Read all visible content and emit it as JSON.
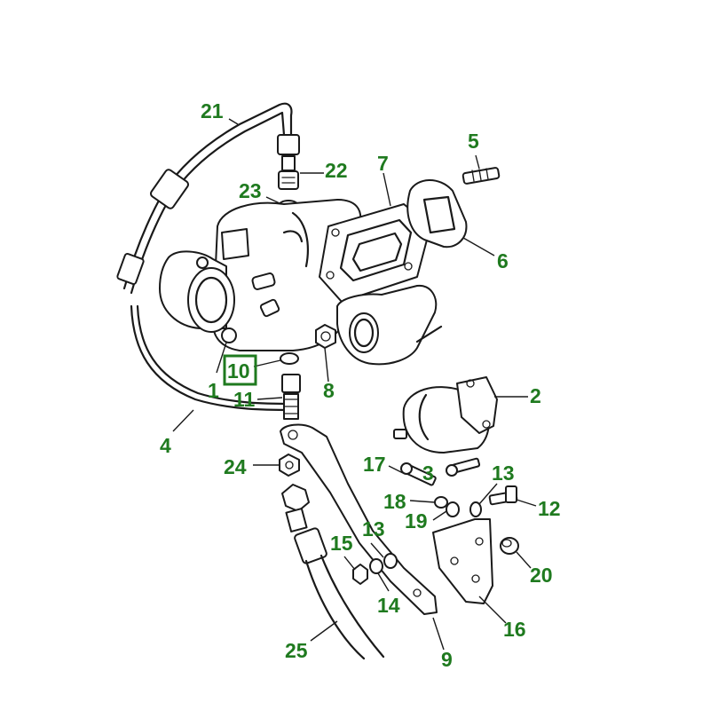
{
  "colors": {
    "label": "#1f7a1f",
    "line": "#1a1a1a",
    "highlight": "#1f7a1f"
  },
  "callouts": {
    "c1": "1",
    "c2": "2",
    "c3": "3",
    "c4": "4",
    "c5": "5",
    "c6": "6",
    "c7": "7",
    "c8": "8",
    "c9": "9",
    "c10": "10",
    "c11": "11",
    "c12": "12",
    "c13a": "13",
    "c13b": "13",
    "c14": "14",
    "c15": "15",
    "c16": "16",
    "c17": "17",
    "c18": "18",
    "c19": "19",
    "c20": "20",
    "c21": "21",
    "c22": "22",
    "c23": "23",
    "c24": "24",
    "c25": "25"
  },
  "highlighted_callout": "10"
}
